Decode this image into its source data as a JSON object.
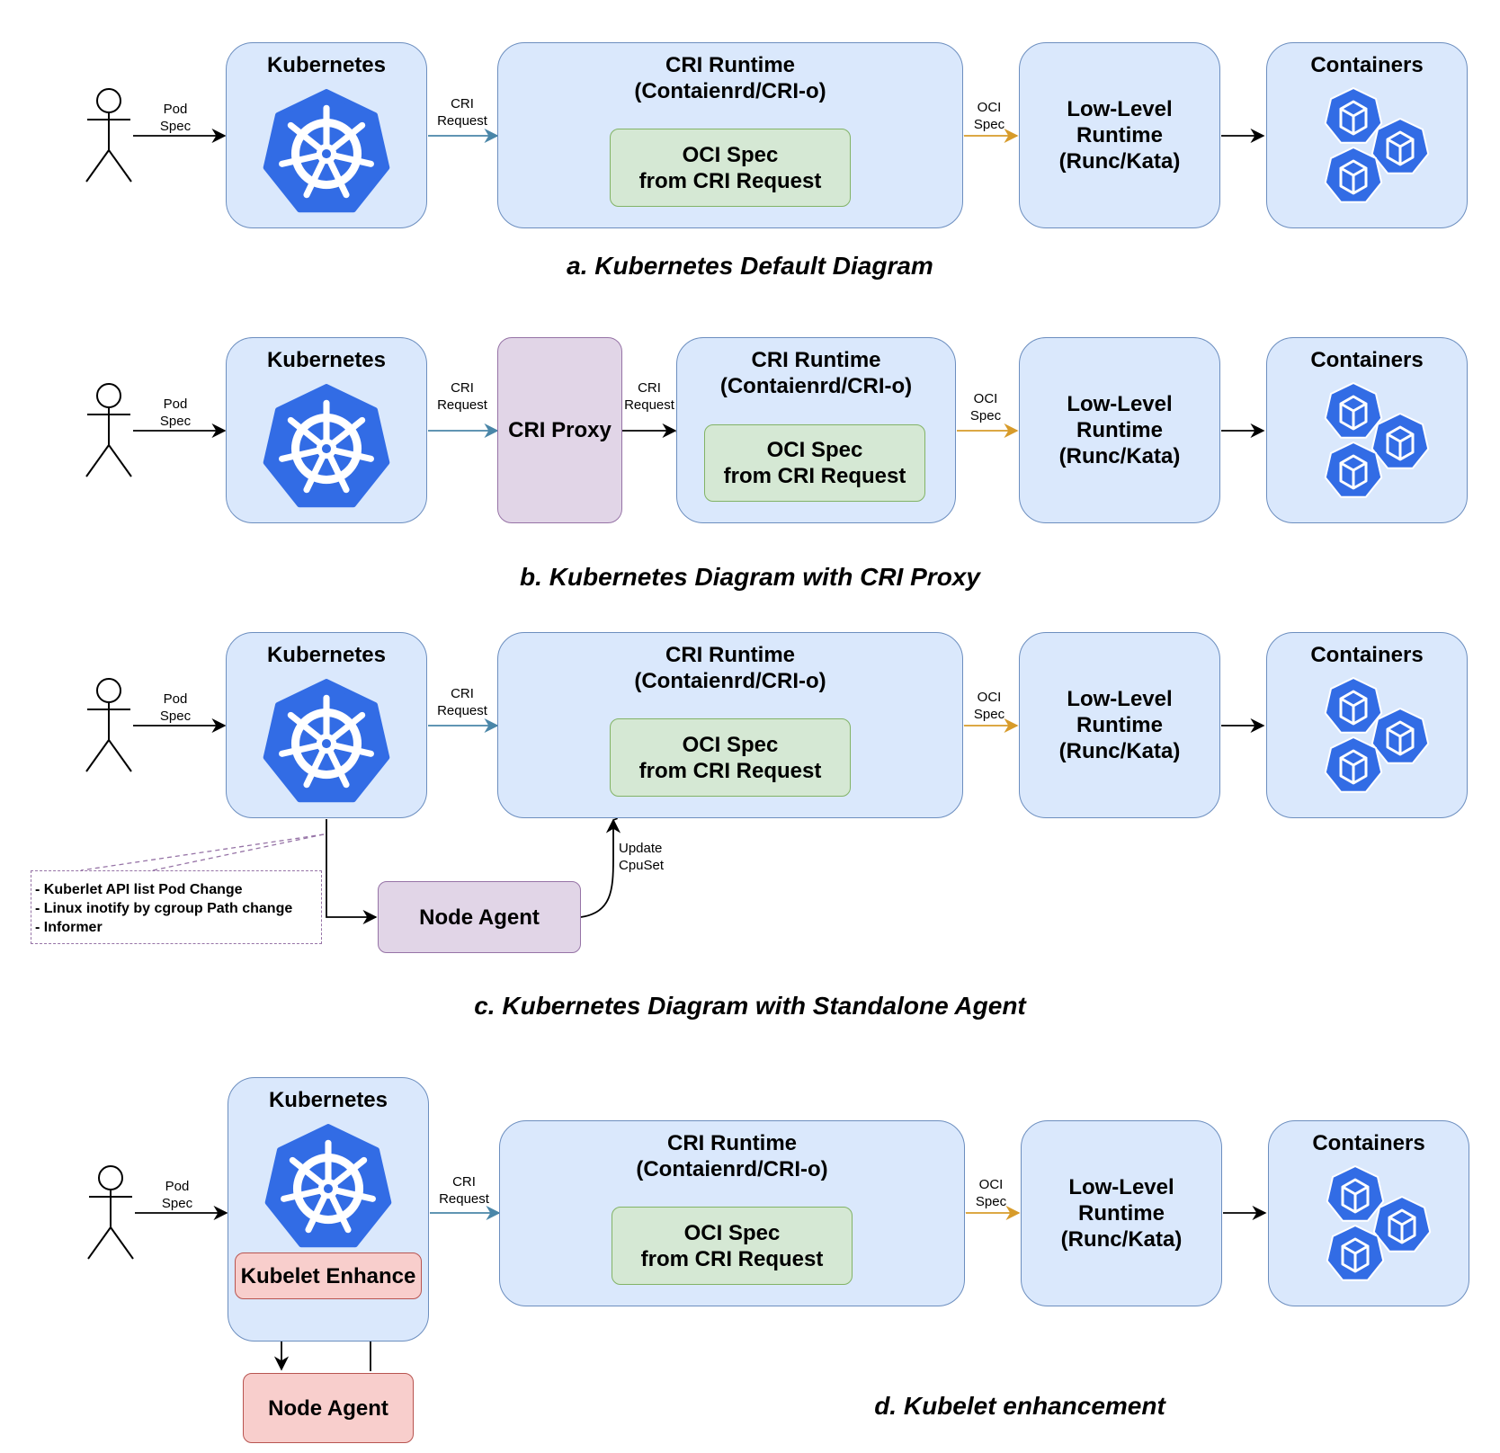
{
  "labels": {
    "kubernetes": "Kubernetes",
    "cri_runtime": "CRI Runtime\n(Contaienrd/CRI-o)",
    "oci_spec_box": "OCI Spec\nfrom CRI Request",
    "low_level": "Low-Level\nRuntime\n(Runc/Kata)",
    "containers": "Containers",
    "cri_proxy": "CRI Proxy",
    "node_agent": "Node Agent",
    "kubelet_enhance": "Kubelet Enhance",
    "pod_spec": "Pod\nSpec",
    "cri_request": "CRI\nRequest",
    "oci_spec_edge": "OCI\nSpec",
    "update_cpuset": "Update\nCpuSet",
    "notes": "- Kuberlet API list Pod Change\n- Linux inotify by cgroup Path change\n- Informer"
  },
  "captions": {
    "a": "a. Kubernetes  Default Diagram",
    "b": "b. Kubernetes Diagram with CRI Proxy",
    "c": "c. Kubernetes Diagram with Standalone Agent",
    "d": "d. Kubelet enhancement"
  },
  "colors": {
    "blue_fill": "#dae8fc",
    "blue_stroke": "#6c8ebf",
    "green_fill": "#d5e8d4",
    "green_stroke": "#82b366",
    "purple_fill": "#e1d5e7",
    "purple_stroke": "#9673a6",
    "red_fill": "#f8cecc",
    "red_stroke": "#b85450",
    "k8s_blue": "#326ce5",
    "cri_edge": "#4a86a8",
    "oci_edge": "#d79b2a"
  },
  "icons": {
    "actor": "person-icon",
    "kubernetes": "kubernetes-helm-icon",
    "container": "cube-icon"
  }
}
